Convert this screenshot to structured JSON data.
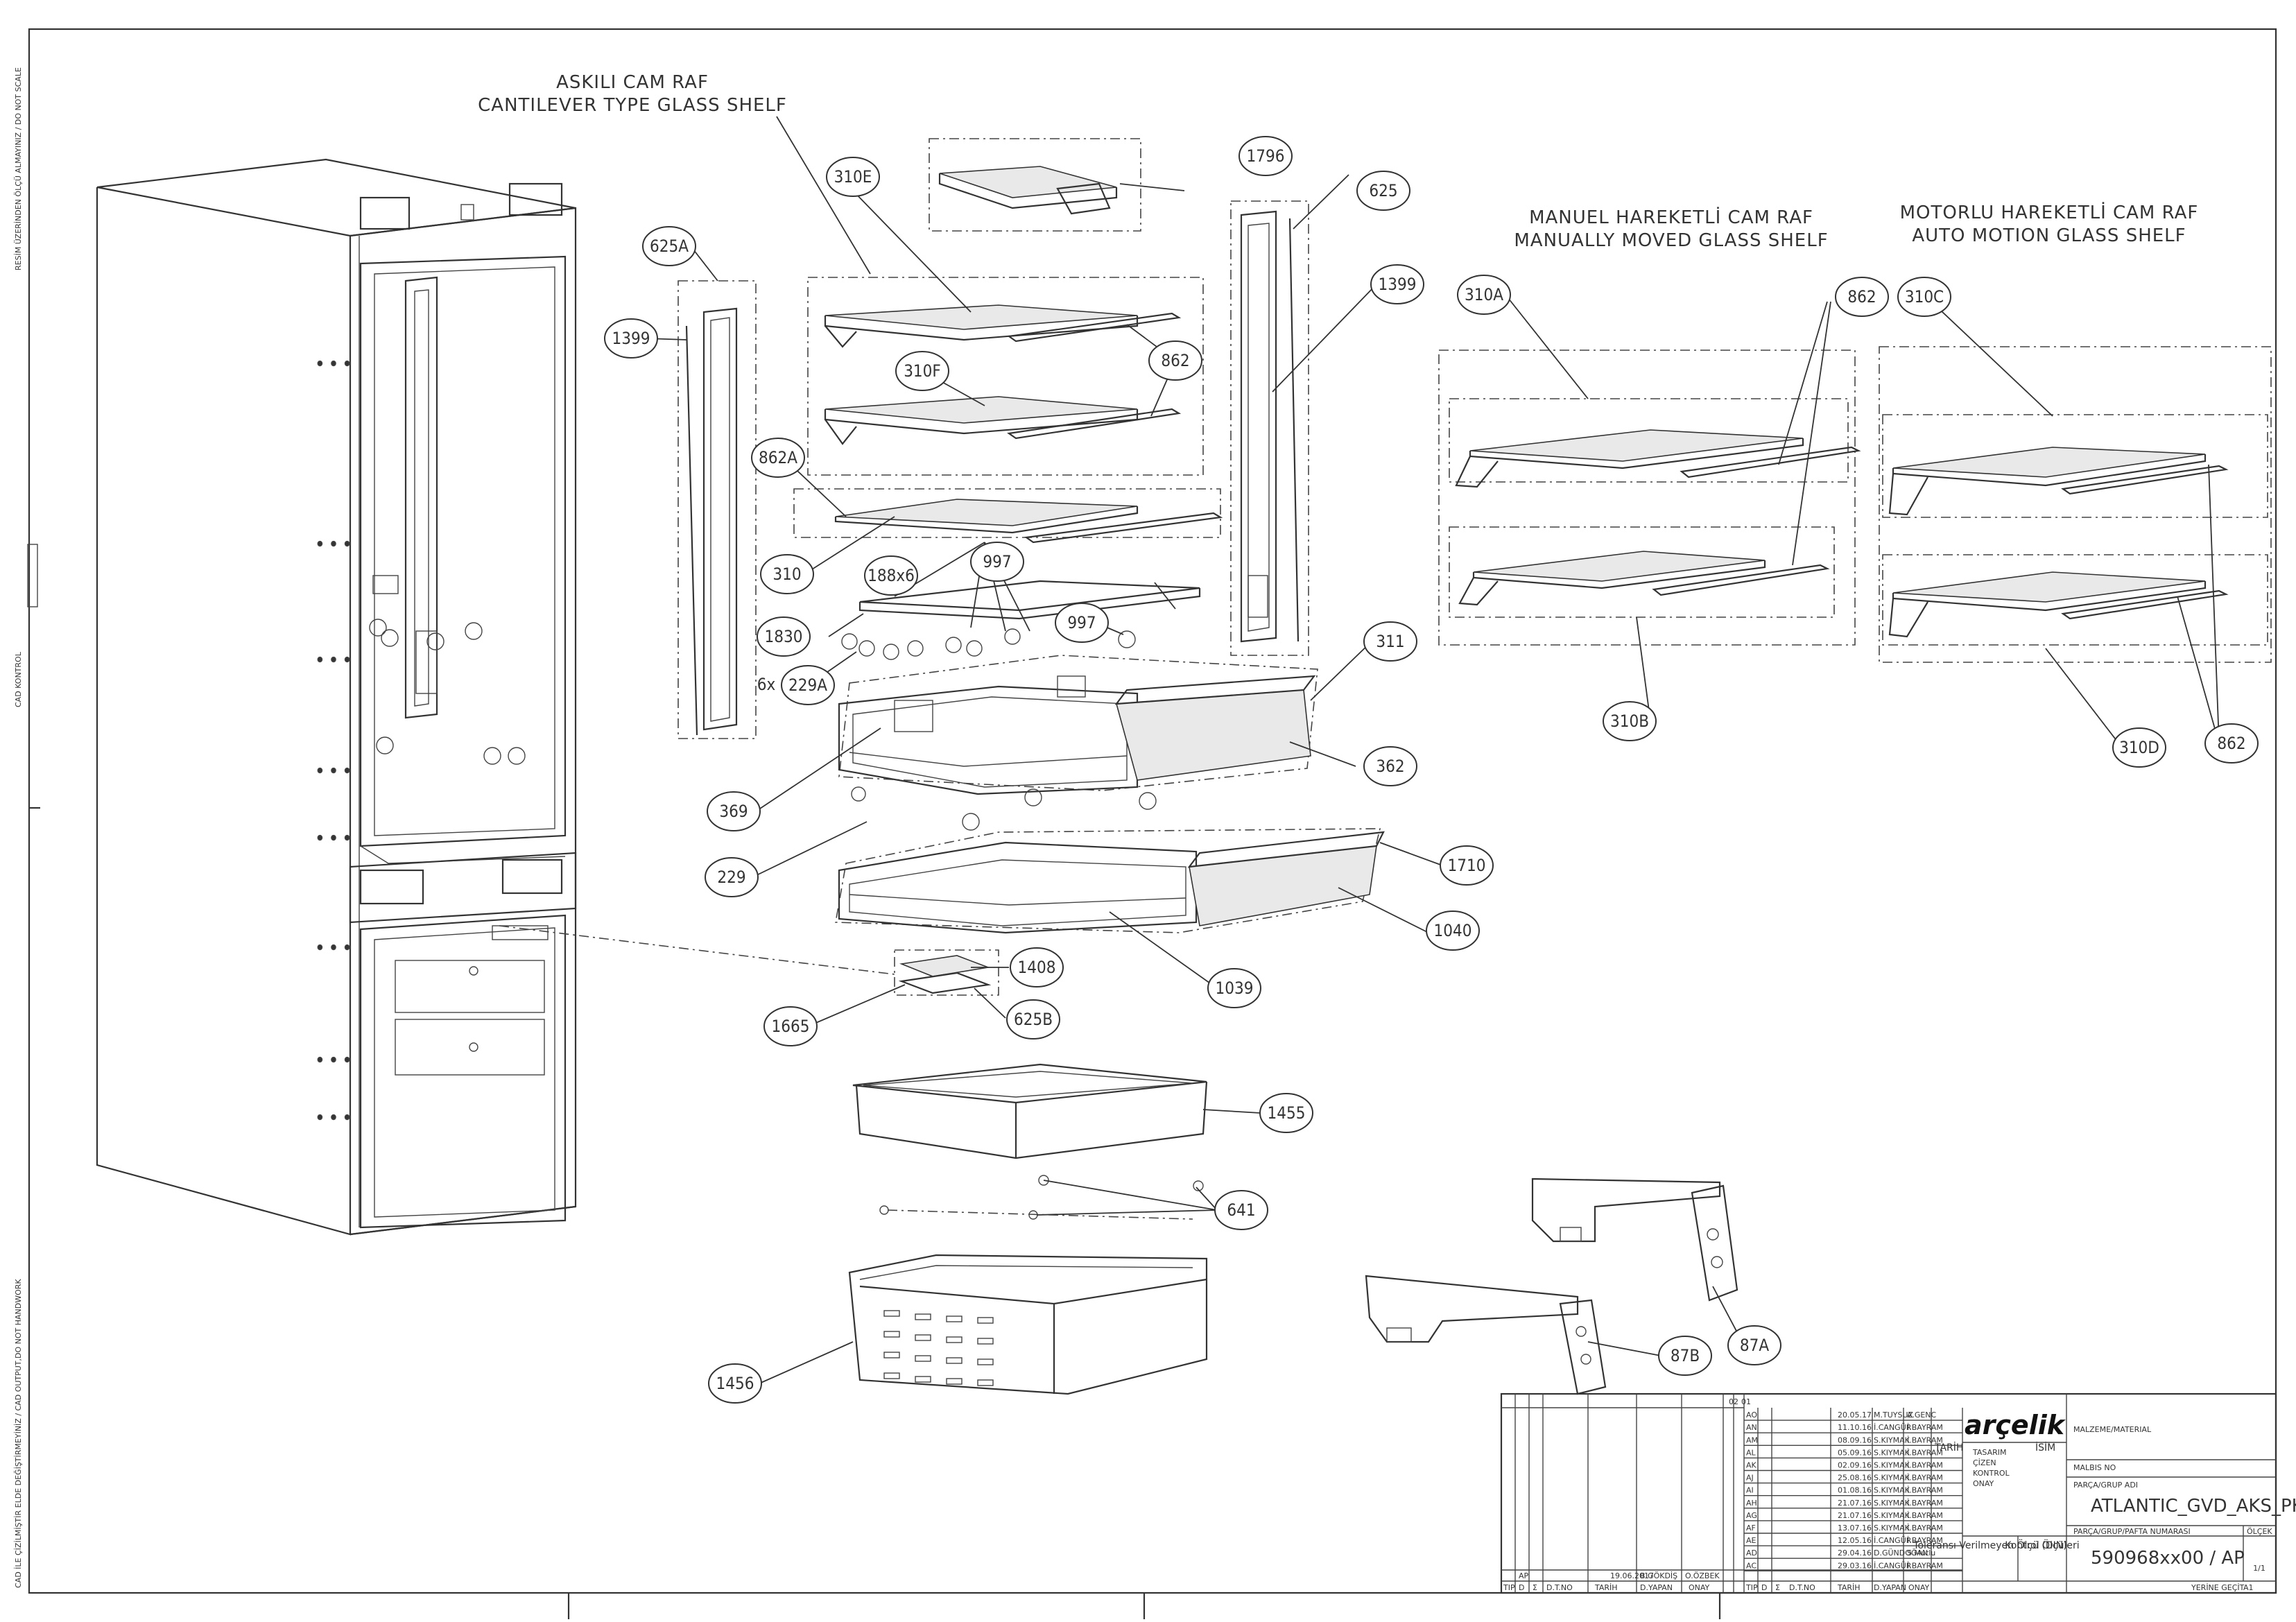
{
  "margin_notes": {
    "top": "RESİM ÜZERİNDEN ÖLÇÜ ALMAYINIZ / DO NOT SCALE",
    "cad_control": "CAD KONTROL",
    "bottom": "CAD İLE ÇİZİLMİŞTİR ELDE DEĞİŞTİRMEYİNİZ / CAD OUTPUT,DO NOT HANDWORK"
  },
  "group_titles": {
    "cantilever_tr": "ASKILI CAM RAF",
    "cantilever_en": "CANTILEVER TYPE GLASS SHELF",
    "manual_tr": "MANUEL HAREKETLİ CAM RAF",
    "manual_en": "MANUALLY MOVED GLASS SHELF",
    "motor_tr": "MOTORLU HAREKETLİ CAM RAF",
    "motor_en": "AUTO MOTION GLASS SHELF"
  },
  "callouts": [
    "625A",
    "1399",
    "310E",
    "310F",
    "862",
    "862A",
    "310",
    "188x6",
    "997",
    "1830",
    "6x",
    "229A",
    "997",
    "1796",
    "625",
    "1399",
    "311",
    "362",
    "369",
    "229",
    "1710",
    "1040",
    "1039",
    "1408",
    "1665",
    "625B",
    "1455",
    "641",
    "1456",
    "87B",
    "87A",
    "310A",
    "862",
    "310C",
    "310B",
    "310D",
    "862"
  ],
  "title_block": {
    "brand": "arçelik",
    "revisions": [
      {
        "rev": "AO",
        "date": "20.05.17",
        "by": "M.TUYSUZ",
        "appr": "A.GENC"
      },
      {
        "rev": "AN",
        "date": "11.10.16",
        "by": "İ.CANGÜR",
        "appr": "İ.BAYRAM"
      },
      {
        "rev": "AM",
        "date": "08.09.16",
        "by": "S.KIYMAK",
        "appr": "İ.BAYRAM"
      },
      {
        "rev": "AL",
        "date": "05.09.16",
        "by": "S.KIYMAK",
        "appr": "İ.BAYRAM"
      },
      {
        "rev": "AK",
        "date": "02.09.16",
        "by": "S.KIYMAK",
        "appr": "İ.BAYRAM"
      },
      {
        "rev": "AJ",
        "date": "25.08.16",
        "by": "S.KIYMAK",
        "appr": "İ.BAYRAM"
      },
      {
        "rev": "AI",
        "date": "01.08.16",
        "by": "S.KIYMAK",
        "appr": "İ.BAYRAM"
      },
      {
        "rev": "AH",
        "date": "21.07.16",
        "by": "S.KIYMAK",
        "appr": "İ.BAYRAM"
      },
      {
        "rev": "AG",
        "date": "21.07.16",
        "by": "S.KIYMAK",
        "appr": "İ.BAYRAM"
      },
      {
        "rev": "AF",
        "date": "13.07.16",
        "by": "S.KIYMAK",
        "appr": "İ.BAYRAM"
      },
      {
        "rev": "AE",
        "date": "12.05.16",
        "by": "İ.CANGÜR",
        "appr": "İ.BAYRAM"
      },
      {
        "rev": "AD",
        "date": "29.04.16",
        "by": "D.GÜNDOĞAN",
        "appr": "S.Mutlu"
      },
      {
        "rev": "AC",
        "date": "29.03.16",
        "by": "İ.CANGÜR",
        "appr": "İ.BAYRAM"
      }
    ],
    "left_row": {
      "rev": "AP",
      "date": "19.06.2017",
      "by": "B.GÖKDİŞ",
      "appr": "O.ÖZBEK"
    },
    "left_header": [
      "TIP",
      "D",
      "Σ",
      "D.T.NO",
      "TARİH",
      "D.YAPAN",
      "ONAY"
    ],
    "right_header": [
      "TIP",
      "D",
      "Σ",
      "D.T.NO",
      "TARİH",
      "D.YAPAN",
      "ONAY"
    ],
    "rows_label": [
      "TASARIM",
      "ÇİZEN",
      "KONTROL",
      "ONAY"
    ],
    "col_tarih": "TARİH",
    "col_isim": "İSİM",
    "sheet_cols": [
      "02",
      "01"
    ],
    "malzeme": "MALZEME/MATERIAL",
    "malbis": "MALBIS NO",
    "parca_adi": "PARÇA/GRUP ADI",
    "part_name": "ATLANTIC_GVD_AKS_PK",
    "parca_no_lbl": "PARÇA/GRUP/PAFTA NUMARASI",
    "olcek": "ÖLÇEK",
    "scale": "1/1",
    "part_no": "590968xx00 / AP",
    "tolerans": "Toleransı Verilmeyen Ölçü (DIN)",
    "kontrol": "Kontrol Ölçüleri",
    "yerine": "YERİNE GEÇİT",
    "paper": "A1"
  }
}
